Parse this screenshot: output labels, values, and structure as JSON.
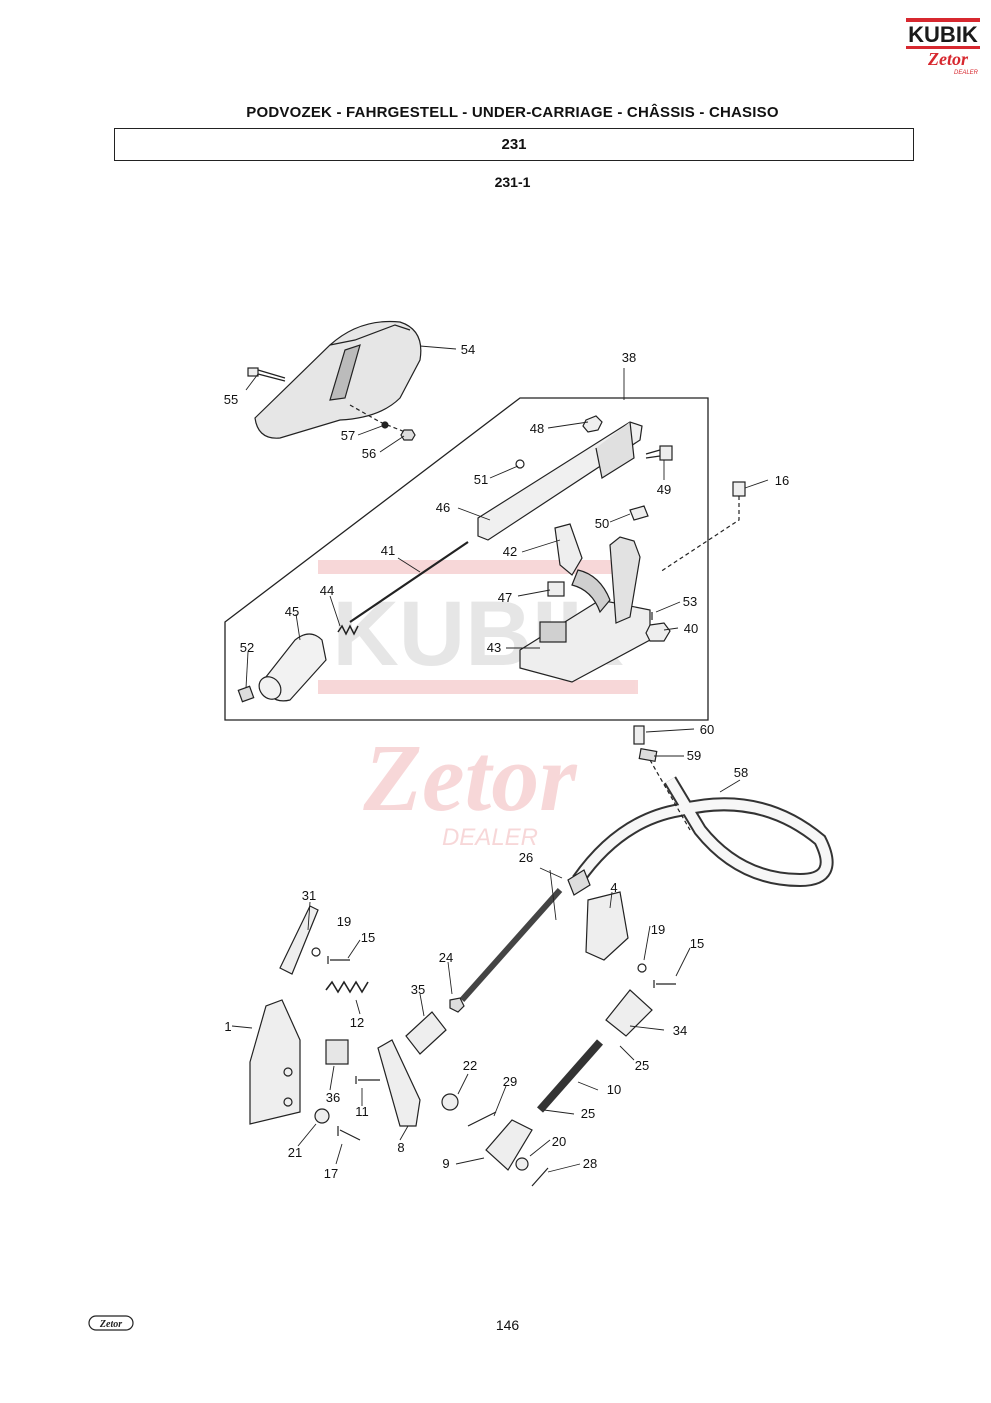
{
  "brand": {
    "name": "KUBIK",
    "sub": "Zetor",
    "tag": "DEALER"
  },
  "header": {
    "title": "PODVOZEK - FAHRGESTELL - UNDER-CARRIAGE - CHÂSSIS - CHASISO",
    "group_code": "231",
    "sub_code": "231-1"
  },
  "watermark": {
    "name": "KUBIK",
    "sub": "Zetor",
    "tag": "DEALER"
  },
  "callouts": {
    "c54": "54",
    "c55": "55",
    "c57": "57",
    "c56": "56",
    "c38": "38",
    "c48": "48",
    "c49": "49",
    "c51": "51",
    "c16": "16",
    "c46": "46",
    "c50": "50",
    "c41": "41",
    "c42": "42",
    "c44": "44",
    "c47": "47",
    "c53": "53",
    "c45": "45",
    "c40": "40",
    "c52": "52",
    "c43": "43",
    "c60": "60",
    "c59": "59",
    "c58": "58",
    "c26": "26",
    "c4": "4",
    "c31": "31",
    "c19a": "19",
    "c15a": "15",
    "c19b": "19",
    "c15b": "15",
    "c24": "24",
    "c35": "35",
    "c12": "12",
    "c1": "1",
    "c34": "34",
    "c25a": "25",
    "c36": "36",
    "c22": "22",
    "c29": "29",
    "c10": "10",
    "c11": "11",
    "c25b": "25",
    "c21": "21",
    "c8": "8",
    "c20": "20",
    "c17": "17",
    "c9": "9",
    "c28": "28"
  },
  "footer": {
    "brand": "Zetor",
    "page_number": "146"
  }
}
